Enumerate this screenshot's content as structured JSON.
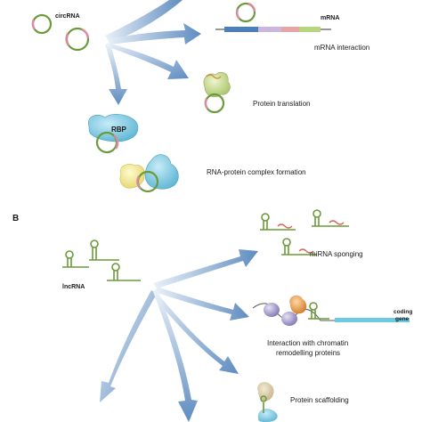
{
  "panel_b": {
    "letter": "B"
  },
  "panel_a": {
    "circrna_label": "circRNA",
    "mrna_label": "mRNA",
    "rbp_label": "RBP",
    "mechanisms": [
      "mRNA interaction",
      "Protein translation",
      "RNA-protein complex formation"
    ]
  },
  "panel_b_content": {
    "lncrna_label": "lncRNA",
    "coding_gene_label": [
      "coding",
      "gene"
    ],
    "mechanisms": [
      "miRNA sponging",
      "Interaction with chromatin",
      "remodelling proteins",
      "Protein scaffolding"
    ]
  },
  "colors": {
    "arrow_light": "#e3ecf6",
    "arrow_dark": "#6f96c4",
    "rna_green": "#6a9a3a",
    "rna_pink": "#d98ca0",
    "protein_blue": "#7ec8de",
    "protein_yellow": "#f1e79a",
    "ribosome_green": "#c9dc95",
    "nucleosome_purple": "#9b92c0",
    "remodeller_orange": "#e79a4a",
    "gene_blue": "#6ec9e3"
  }
}
